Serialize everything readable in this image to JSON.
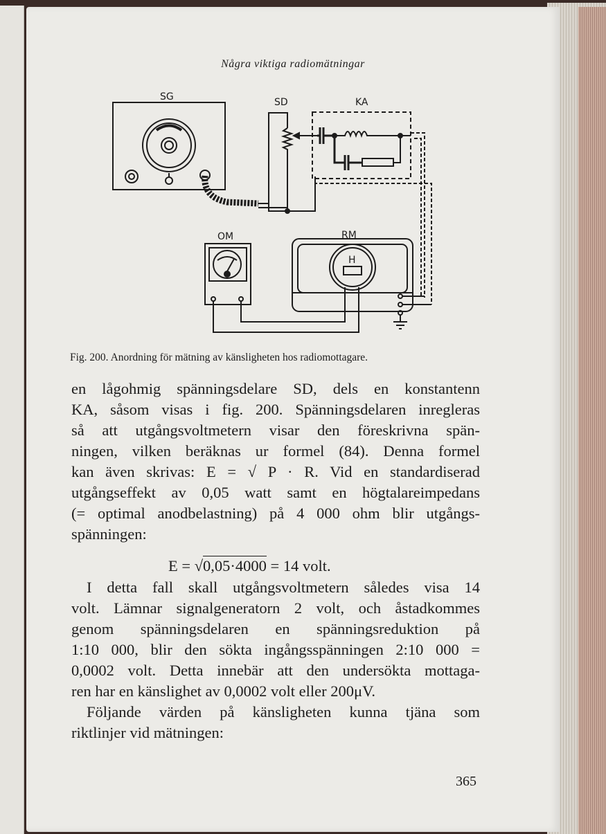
{
  "header": "Några viktiga radiomätningar",
  "figure": {
    "labels": {
      "sg": "SG",
      "sd": "SD",
      "ka": "KA",
      "om": "OM",
      "rm": "RM",
      "h": "H"
    },
    "caption": "Fig. 200. Anordning för mätning av känsligheten hos radiomottagare."
  },
  "body": {
    "lines1": [
      "en lågohmig spänningsdelare SD, dels en konstantenn",
      "KA, såsom visas i fig. 200. Spänningsdelaren inregleras",
      "så att utgångsvoltmetern visar den föreskrivna spän-",
      "ningen, vilken beräknas ur formel (84). Denna formel",
      "kan även skrivas: E = √ P · R. Vid en standardiserad",
      "utgångseffekt av 0,05 watt samt en högtalareimpedans",
      "(= optimal anodbelastning) på 4 000 ohm blir utgångs-",
      "spänningen:"
    ],
    "formula": {
      "lhs": "E = ",
      "radicand": "0,05·4000",
      "rhs": " = 14 volt."
    },
    "lines2": [
      "I detta fall skall utgångsvoltmetern således visa 14",
      "volt. Lämnar signalgeneratorn 2 volt, och åstadkommes",
      "genom spänningsdelaren en spänningsreduktion på",
      "1:10 000, blir den sökta ingångsspänningen 2:10 000 =",
      "0,0002 volt. Detta innebär att den undersökta mottaga-",
      "ren har en känslighet av 0,0002 volt eller 200μV.",
      "Följande värden på känsligheten kunna tjäna som",
      "riktlinjer vid mätningen:"
    ]
  },
  "page_number": "365"
}
